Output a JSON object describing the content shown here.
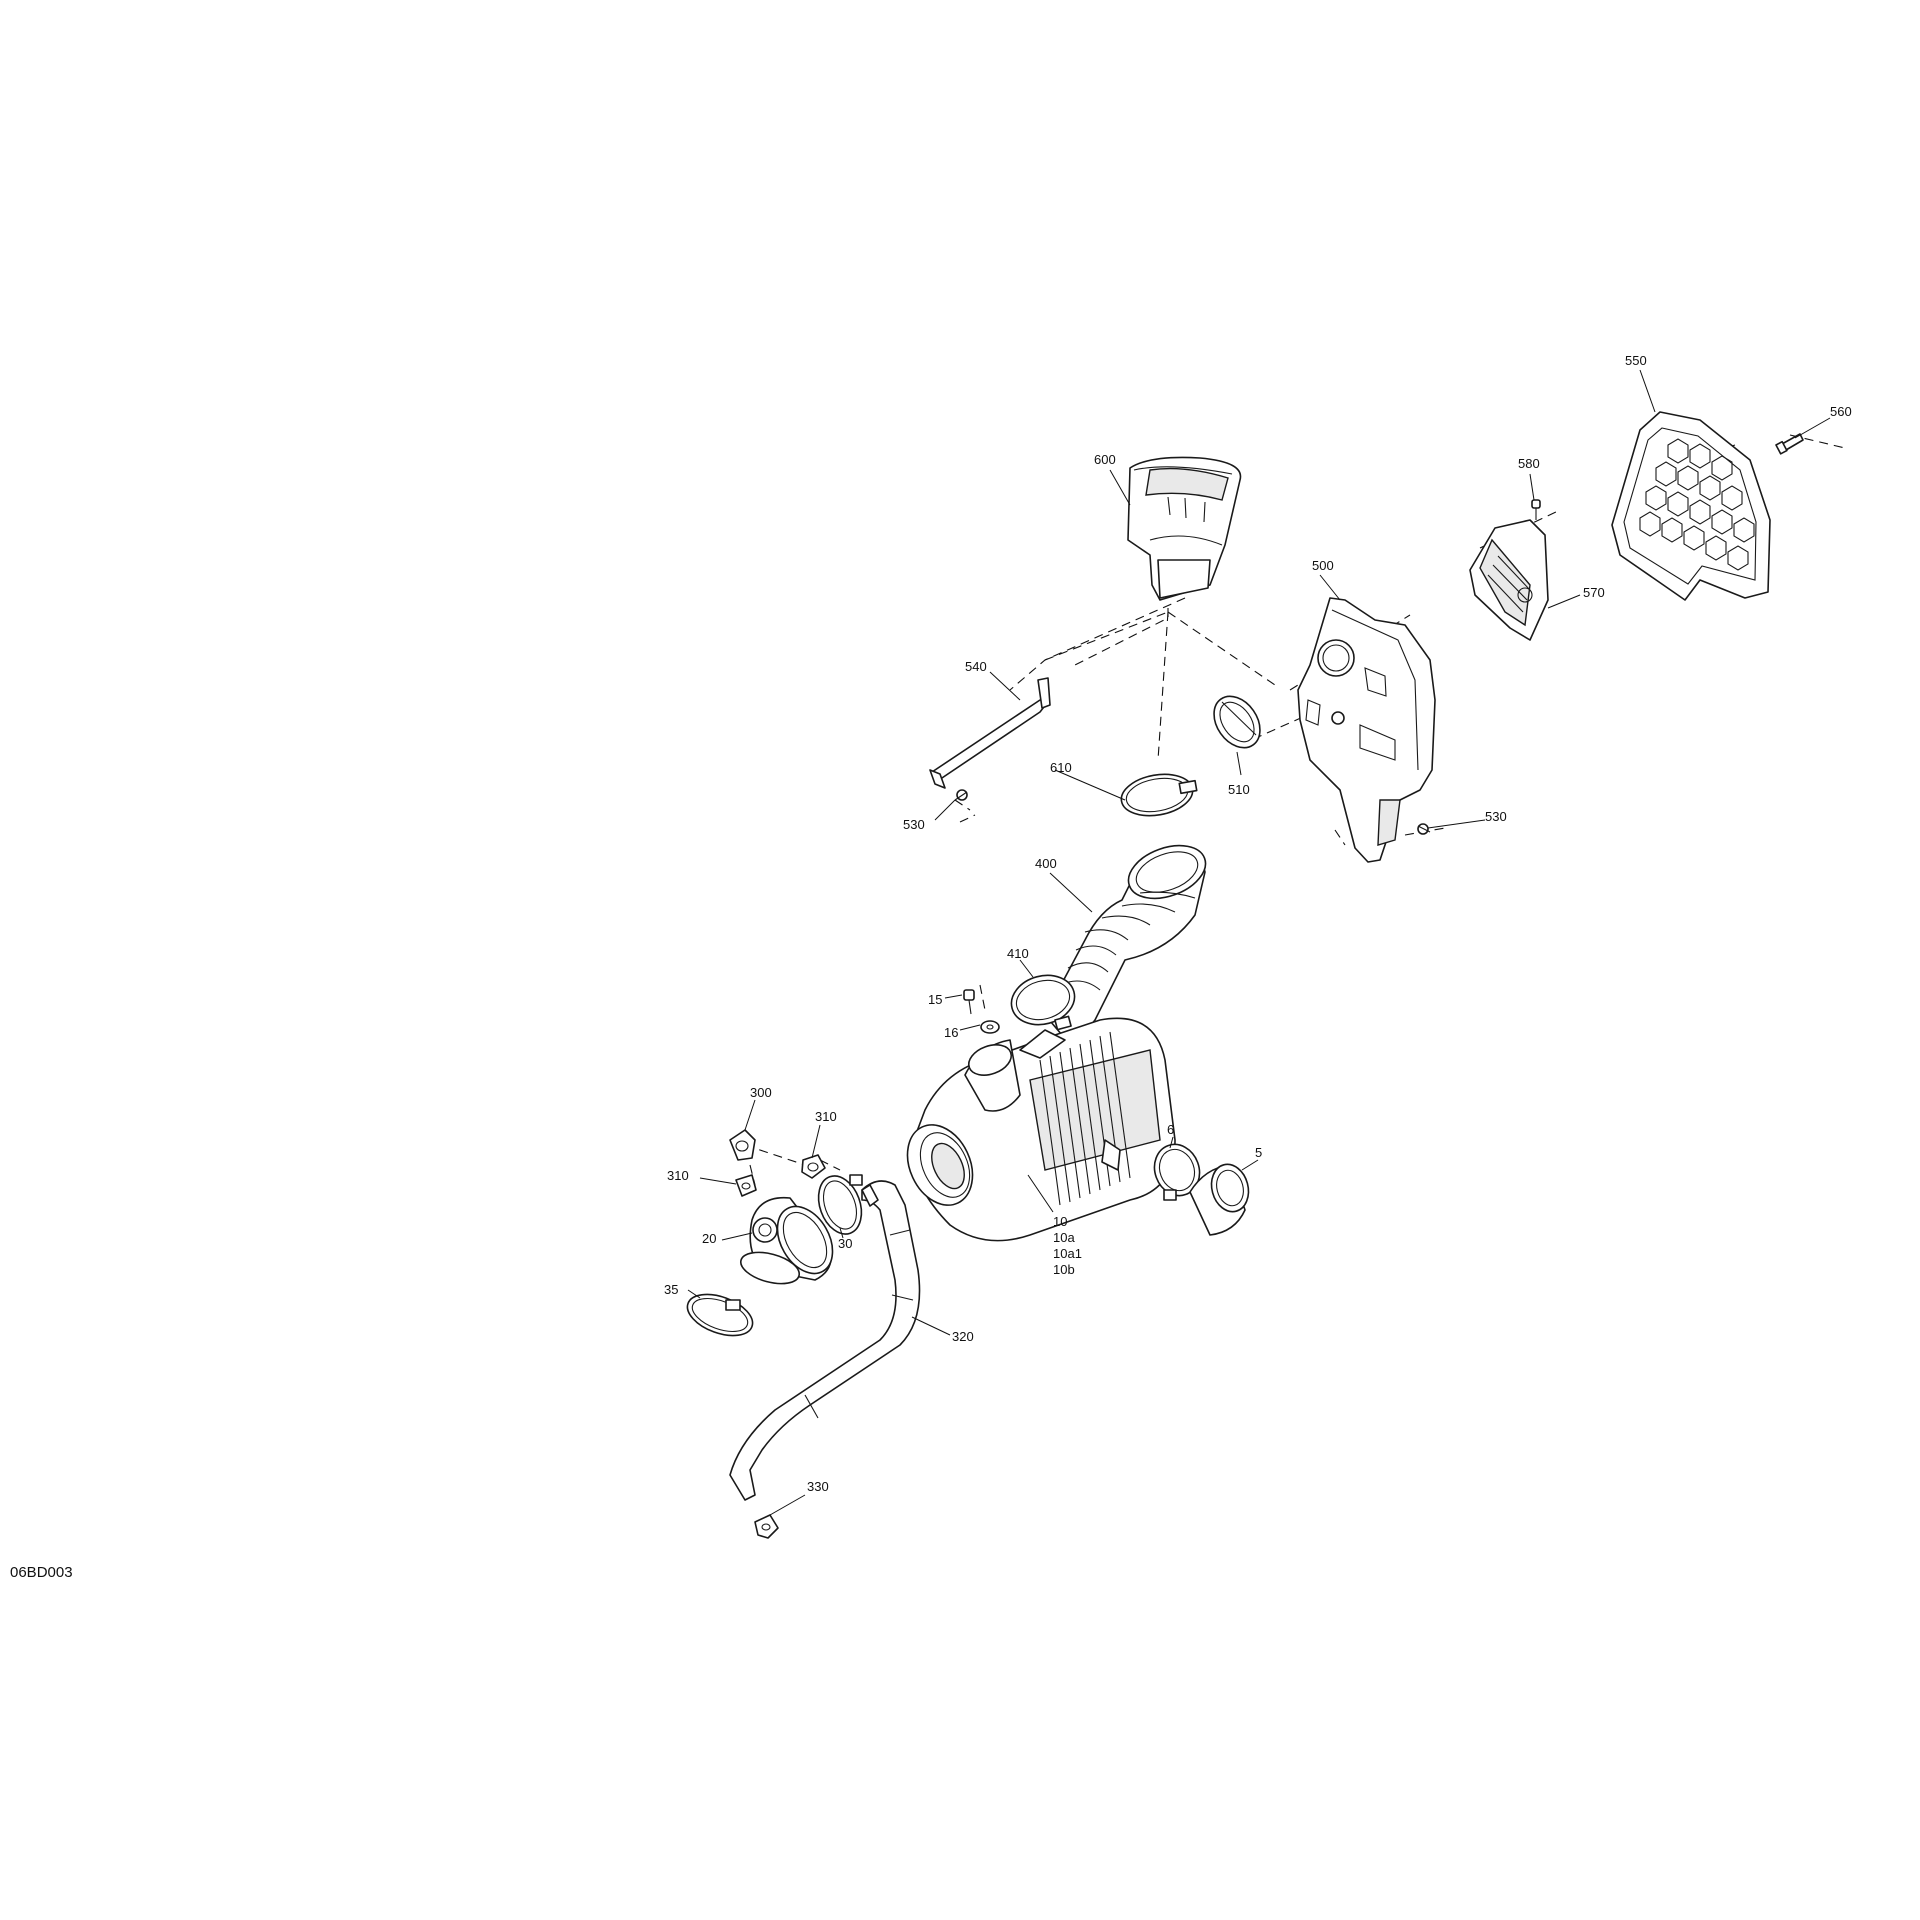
{
  "diagram_code": "06BD003",
  "callouts": [
    {
      "id": "c550",
      "text": "550"
    },
    {
      "id": "c560",
      "text": "560"
    },
    {
      "id": "c580",
      "text": "580"
    },
    {
      "id": "c600",
      "text": "600"
    },
    {
      "id": "c500",
      "text": "500"
    },
    {
      "id": "c570",
      "text": "570"
    },
    {
      "id": "c540",
      "text": "540"
    },
    {
      "id": "c610",
      "text": "610"
    },
    {
      "id": "c510",
      "text": "510"
    },
    {
      "id": "c530a",
      "text": "530"
    },
    {
      "id": "c530b",
      "text": "530"
    },
    {
      "id": "c400",
      "text": "400"
    },
    {
      "id": "c410",
      "text": "410"
    },
    {
      "id": "c15",
      "text": "15"
    },
    {
      "id": "c16",
      "text": "16"
    },
    {
      "id": "c300",
      "text": "300"
    },
    {
      "id": "c310a",
      "text": "310"
    },
    {
      "id": "c310b",
      "text": "310"
    },
    {
      "id": "c6",
      "text": "6"
    },
    {
      "id": "c5",
      "text": "5"
    },
    {
      "id": "c20",
      "text": "20"
    },
    {
      "id": "c30",
      "text": "30"
    },
    {
      "id": "c10",
      "text": "10"
    },
    {
      "id": "c10a",
      "text": "10a"
    },
    {
      "id": "c10a1",
      "text": "10a1"
    },
    {
      "id": "c10b",
      "text": "10b"
    },
    {
      "id": "c35",
      "text": "35"
    },
    {
      "id": "c320",
      "text": "320"
    },
    {
      "id": "c330",
      "text": "330"
    }
  ]
}
